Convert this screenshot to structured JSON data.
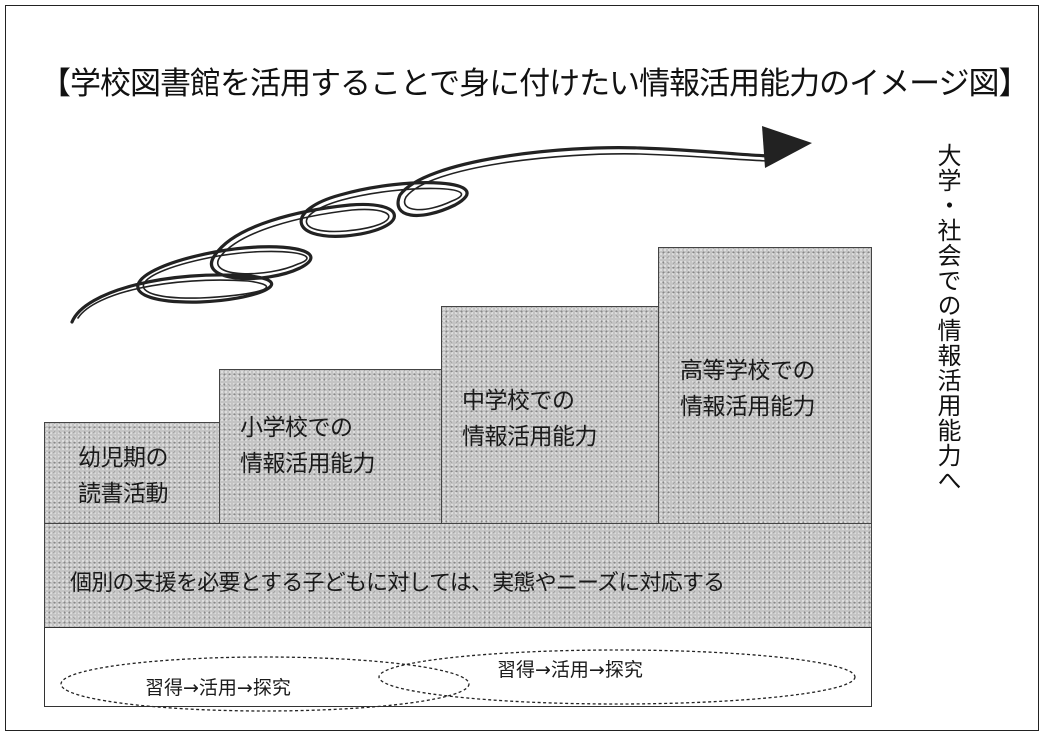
{
  "title": "【学校図書館を活用することで身に付けたい情報活用能力のイメージ図】",
  "side_label": "大学・社会での情報活用能力へ",
  "steps": [
    {
      "line1": "幼児期の",
      "line2": "読書活動"
    },
    {
      "line1": "小学校での",
      "line2": "情報活用能力"
    },
    {
      "line1": "中学校での",
      "line2": "情報活用能力"
    },
    {
      "line1": "高等学校での",
      "line2": "情報活用能力"
    }
  ],
  "support": "個別の支援を必要とする子どもに対しては、実態やニーズに対応する",
  "cycles": [
    {
      "label": "習得→活用→探究"
    },
    {
      "label": "習得→活用→探究"
    }
  ],
  "colors": {
    "step_fill": "#c4c4c4",
    "border": "#333333",
    "arrow": "#222222"
  }
}
